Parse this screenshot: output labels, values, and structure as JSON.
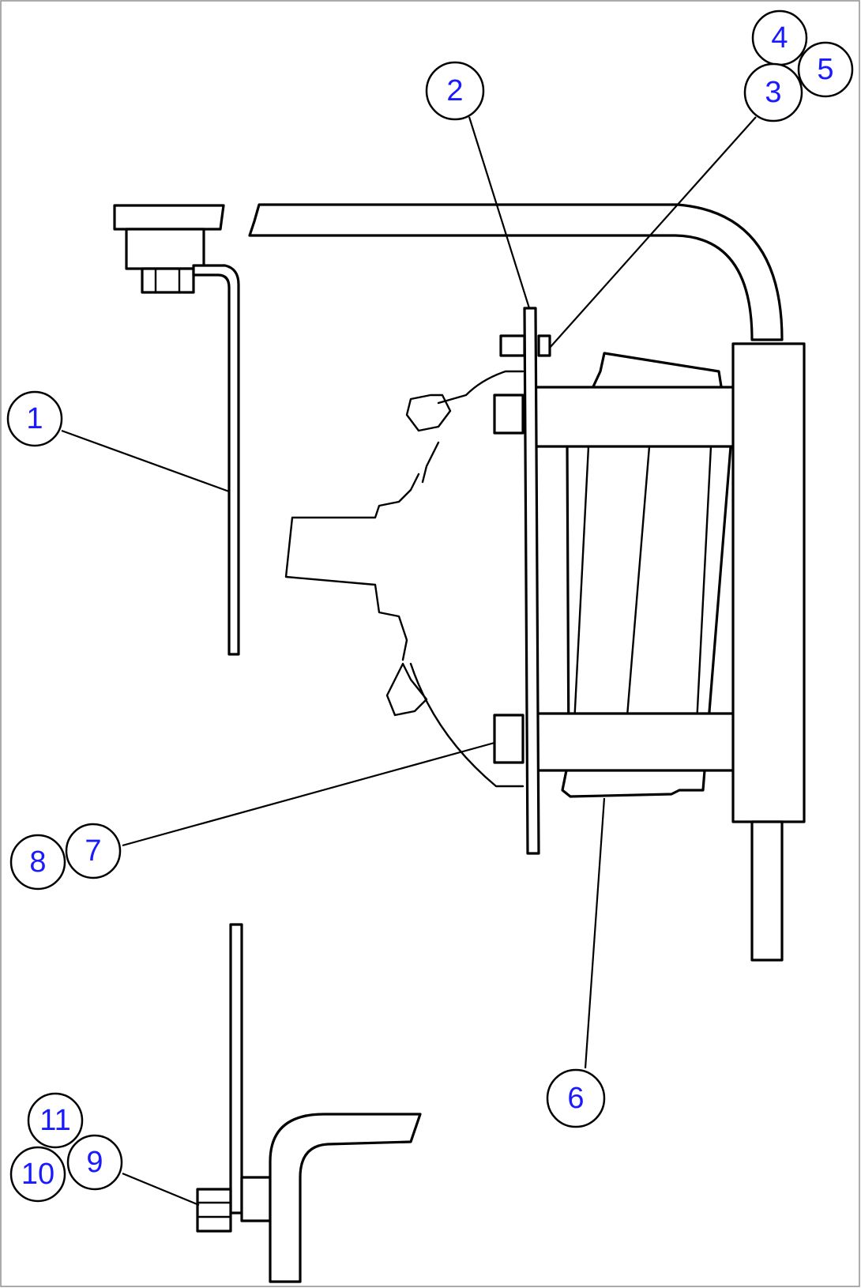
{
  "callouts": [
    {
      "id": "c1",
      "label": "1"
    },
    {
      "id": "c2",
      "label": "2"
    },
    {
      "id": "c3",
      "label": "3"
    },
    {
      "id": "c4",
      "label": "4"
    },
    {
      "id": "c5",
      "label": "5"
    },
    {
      "id": "c6",
      "label": "6"
    },
    {
      "id": "c7",
      "label": "7"
    },
    {
      "id": "c8",
      "label": "8"
    },
    {
      "id": "c9",
      "label": "9"
    },
    {
      "id": "c10",
      "label": "10"
    },
    {
      "id": "c11",
      "label": "11"
    }
  ],
  "colors": {
    "callout_text": "#1a1aff",
    "line_art": "#000000",
    "background": "#ffffff"
  }
}
